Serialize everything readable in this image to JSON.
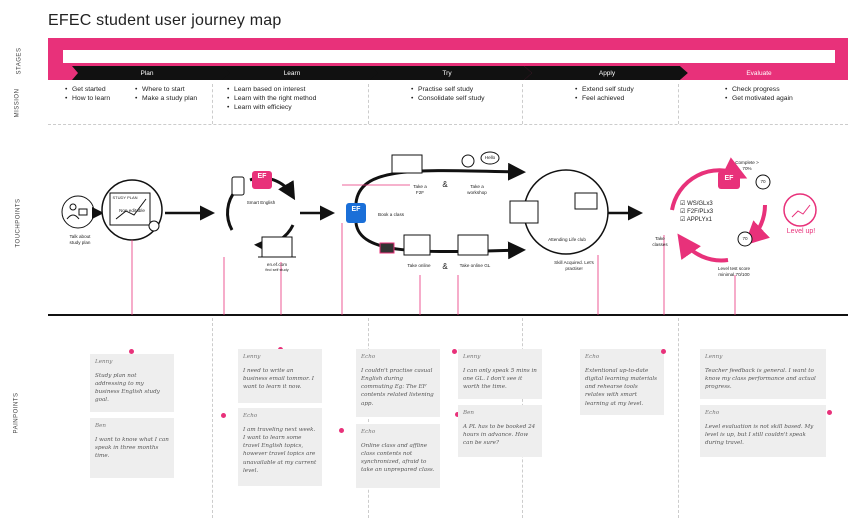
{
  "title": "EFEC student user journey map",
  "row_labels": {
    "stages": "STAGES",
    "mission": "MISSION",
    "touchpoints": "TOUCHPOINTS",
    "painpoints": "PAINPOINTS"
  },
  "stages": [
    "Plan",
    "Learn",
    "Try",
    "Apply",
    "Evaluate"
  ],
  "mission": {
    "plan_a": [
      "Get started",
      "How to learn"
    ],
    "plan_b": [
      "Where to start",
      "Make a study plan"
    ],
    "learn": [
      "Learn based on interest",
      "Learn with the right method",
      "Learn with efficiecy"
    ],
    "try": [
      "Practise self study",
      "Consolidate self study"
    ],
    "apply": [
      "Extend self study",
      "Feel achieved"
    ],
    "evaluate": [
      "Check progress",
      "Get motivated again"
    ]
  },
  "touchpoints": {
    "talk": "Talk about study plan",
    "study_plan": "STUDY PLAN",
    "non_editable": "Non editable",
    "ef_logo": "EF",
    "smart_english": "Smart English",
    "website": "en.ef.com",
    "website_sub": "find self study",
    "book": "Book a class",
    "take_f2f": "Take a F2F",
    "amp": "&",
    "take_workshop": "Take a workshop",
    "hello": "Hello",
    "life_club": "Attending Life club",
    "skill": "Skill Acquired. Let's practise!",
    "take_online_1": "Take online",
    "take_online_2": "Take online GL",
    "take_classes": "Take classes",
    "complete": "Complete > 70%",
    "score_badge": "70",
    "checks": [
      "WS/GLx3",
      "F2F/PLx3",
      "APPLYx1"
    ],
    "level_test": "Level test score minimal 70/100",
    "level_up": "Level up!"
  },
  "painpoints": [
    {
      "who": "Lenny",
      "text": "Study plan not addressing to my business English study goal."
    },
    {
      "who": "Ben",
      "text": "I want to know what I can speak in three months time."
    },
    {
      "who": "Lenny",
      "text": "I need to write an business email tommor. I want to learn it now."
    },
    {
      "who": "Echo",
      "text": "I am traveling next week. I want to learn some travel English topics, however travel topics are unavailable at my current level."
    },
    {
      "who": "Echo",
      "text": "I couldn't practise casual English during commuting Eg: The EF contents related listening app."
    },
    {
      "who": "Echo",
      "text": "Online class and affline class contents not synchronized, afraid to take an unprepared class."
    },
    {
      "who": "Lenny",
      "text": "I can only speak 5 mins in one GL. I don't see it worth the time."
    },
    {
      "who": "Ben",
      "text": "A PL has to be booked 24 hours in advance. How can be sure?"
    },
    {
      "who": "Echo",
      "text": "Extentional up-to-date digital learning materials and rehearse tools relates with smart learning at my level."
    },
    {
      "who": "Lenny",
      "text": "Teacher feedback is general. I want to know my class performance and actual progress."
    },
    {
      "who": "Echo",
      "text": "Level evaluation is not skill based. My level is up, but I still couldn't speak during travel."
    }
  ],
  "colors": {
    "accent": "#e8317a",
    "black": "#111111",
    "card": "#eeeeee",
    "ef_blue": "#1a6fd8"
  }
}
